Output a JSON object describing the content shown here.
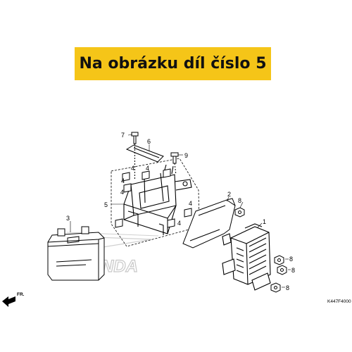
{
  "banner": {
    "text": "Na obrázku díl číslo 5"
  },
  "callouts": {
    "p1": "1",
    "p2": "2",
    "p3": "3",
    "p4a": "4",
    "p4b": "4",
    "p4c": "4",
    "p4d": "4",
    "p4e": "4",
    "p4f": "4",
    "p5": "5",
    "p6": "6",
    "p7": "7",
    "p8a": "8",
    "p8b": "8",
    "p8c": "8",
    "p8d": "8",
    "p9": "9"
  },
  "drawing_code": "K447F4000",
  "direction_label": "FR.",
  "watermark_brand": "HONDA",
  "colors": {
    "banner": "#f5c518",
    "line": "#000000",
    "watermark": "#c8c8c8"
  }
}
